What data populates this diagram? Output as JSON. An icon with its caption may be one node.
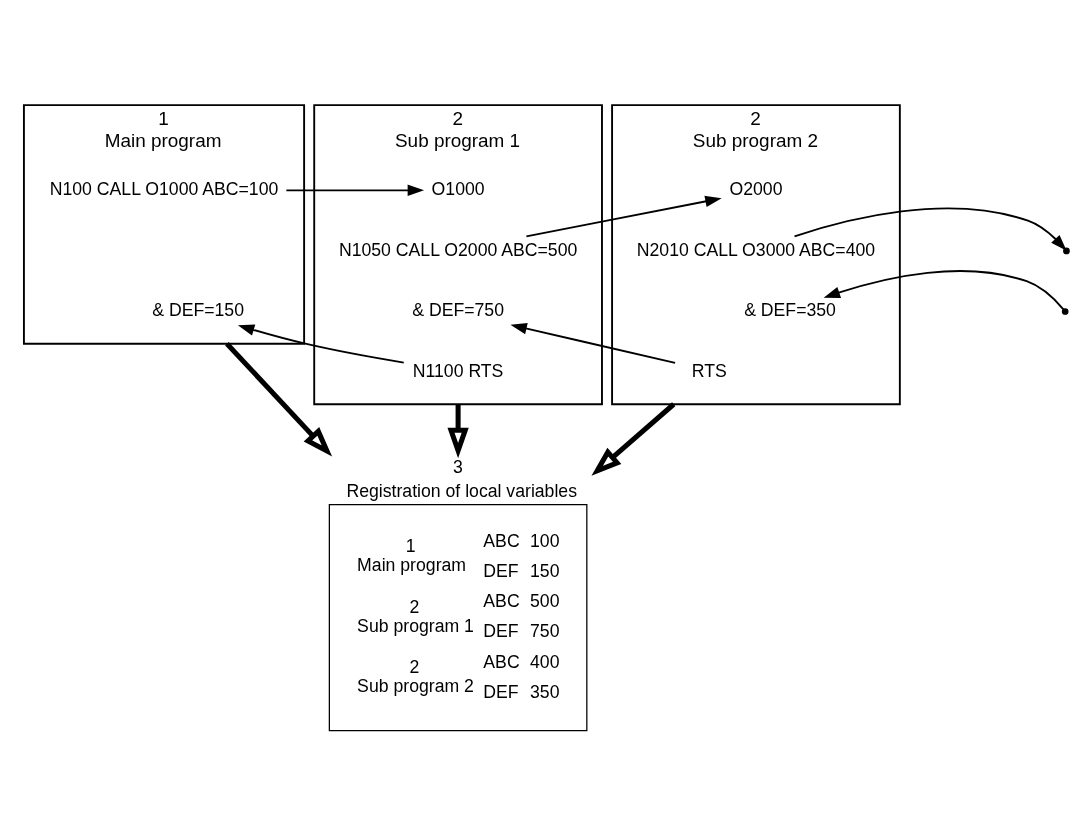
{
  "diagram": {
    "nodes": [
      {
        "text": [
          "Main program"
        ],
        "beside": [
          "1"
        ]
      },
      {
        "text": [
          "N100 CALL O1000 ABC=100"
        ],
        "in": 0
      },
      {
        "text": [
          "& DEF=150"
        ],
        "in": 0
      },
      {
        "text": [
          "Sub program 1"
        ],
        "beside": [
          "2"
        ]
      },
      {
        "text": [
          "O1000"
        ],
        "in": 3
      },
      {
        "text": [
          "N1050 CALL O2000 ABC=500"
        ],
        "in": 3
      },
      {
        "text": [
          "& DEF=750"
        ],
        "in": 3
      },
      {
        "text": [
          "N1100 RTS"
        ],
        "in": 3
      },
      {
        "text": [
          "Sub program 2"
        ],
        "beside": [
          "2"
        ]
      },
      {
        "text": [
          "O2000"
        ],
        "in": 8
      },
      {
        "text": [
          "N2010 CALL O3000 ABC=400"
        ],
        "in": 8
      },
      {
        "text": [
          "& DEF=350"
        ],
        "in": 8
      },
      {
        "text": [
          "RTS"
        ],
        "in": 8
      },
      {
        "text": [
          "Registration of local variables"
        ],
        "beside": [
          "3"
        ]
      }
    ],
    "edges": [
      {
        "from": 1,
        "to": 4,
        "arrow": "to"
      },
      {
        "from": 7,
        "to": 2,
        "arrow": "to"
      },
      {
        "from": 5,
        "to": 9,
        "arrow": "to"
      },
      {
        "from": 12,
        "to": 6,
        "arrow": "to"
      },
      {
        "from": 10,
        "to": null,
        "arrow": "to"
      },
      {
        "from": null,
        "to": 11,
        "arrow": "to"
      },
      {
        "from": 0,
        "to": 13,
        "arrow": "to",
        "style": "thick"
      },
      {
        "from": 3,
        "to": 13,
        "arrow": "to",
        "style": "thick"
      },
      {
        "from": 8,
        "to": 13,
        "arrow": "to",
        "style": "thick"
      }
    ],
    "labels": [
      "1",
      "Main program",
      "ABC",
      "100",
      "DEF",
      "150",
      "2",
      "Sub program 1",
      "ABC",
      "500",
      "DEF",
      "750",
      "2",
      "Sub program 2",
      "ABC",
      "400",
      "DEF",
      "350"
    ]
  }
}
